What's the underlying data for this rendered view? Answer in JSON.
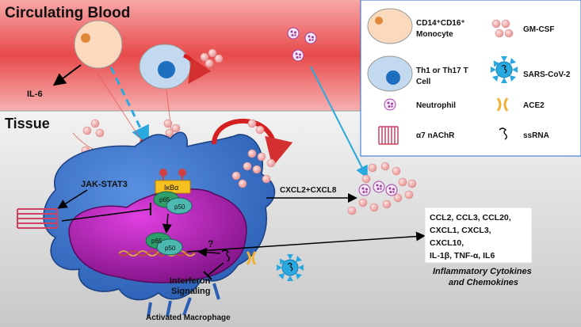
{
  "regions": {
    "blood_label": "Circulating Blood",
    "tissue_label": "Tissue"
  },
  "labels": {
    "il6": "IL-6",
    "jak_stat3": "JAK-STAT3",
    "ikba": "IκBα",
    "p65": "p65",
    "p50": "p50",
    "cxcl": "CXCL2+CXCL8",
    "question": "?",
    "interferon_line1": "Interferon",
    "interferon_line2": "Signaling",
    "macrophage": "Activated Macrophage",
    "cytokine_list": [
      "CCL2, CCL3, CCL20,",
      "CXCL1, CXCL3,",
      "CXCL10,",
      "IL-1β, TNF-α, IL6"
    ],
    "cytokine_caption_line1": "Inflammatory Cytokines",
    "cytokine_caption_line2": "and Chemokines"
  },
  "legend": {
    "monocyte_line1": "CD14⁺CD16⁺",
    "monocyte_line2": "Monocyte",
    "gmcsf": "GM-CSF",
    "tcell_line1": "Th1 or Th17 T",
    "tcell_line2": "Cell",
    "sars": "SARS-CoV-2",
    "neutrophil": "Neutrophil",
    "ace2": "ACE2",
    "nachr": "α7 nAChR",
    "ssrna": "ssRNA"
  },
  "colors": {
    "blood": "#f08080",
    "tissue": "#d9d9d9",
    "macrophage": "#4a7fd0",
    "nucleus": "#a020a0",
    "monocyte": "#f7c8a0",
    "tcell": "#bcd6ef",
    "gmcsf": "#f4b6b6",
    "virus": "#29a9e0",
    "ace2": "#f2b134",
    "receptor": "#e0607a",
    "nfkb": "#2e9e6a"
  }
}
